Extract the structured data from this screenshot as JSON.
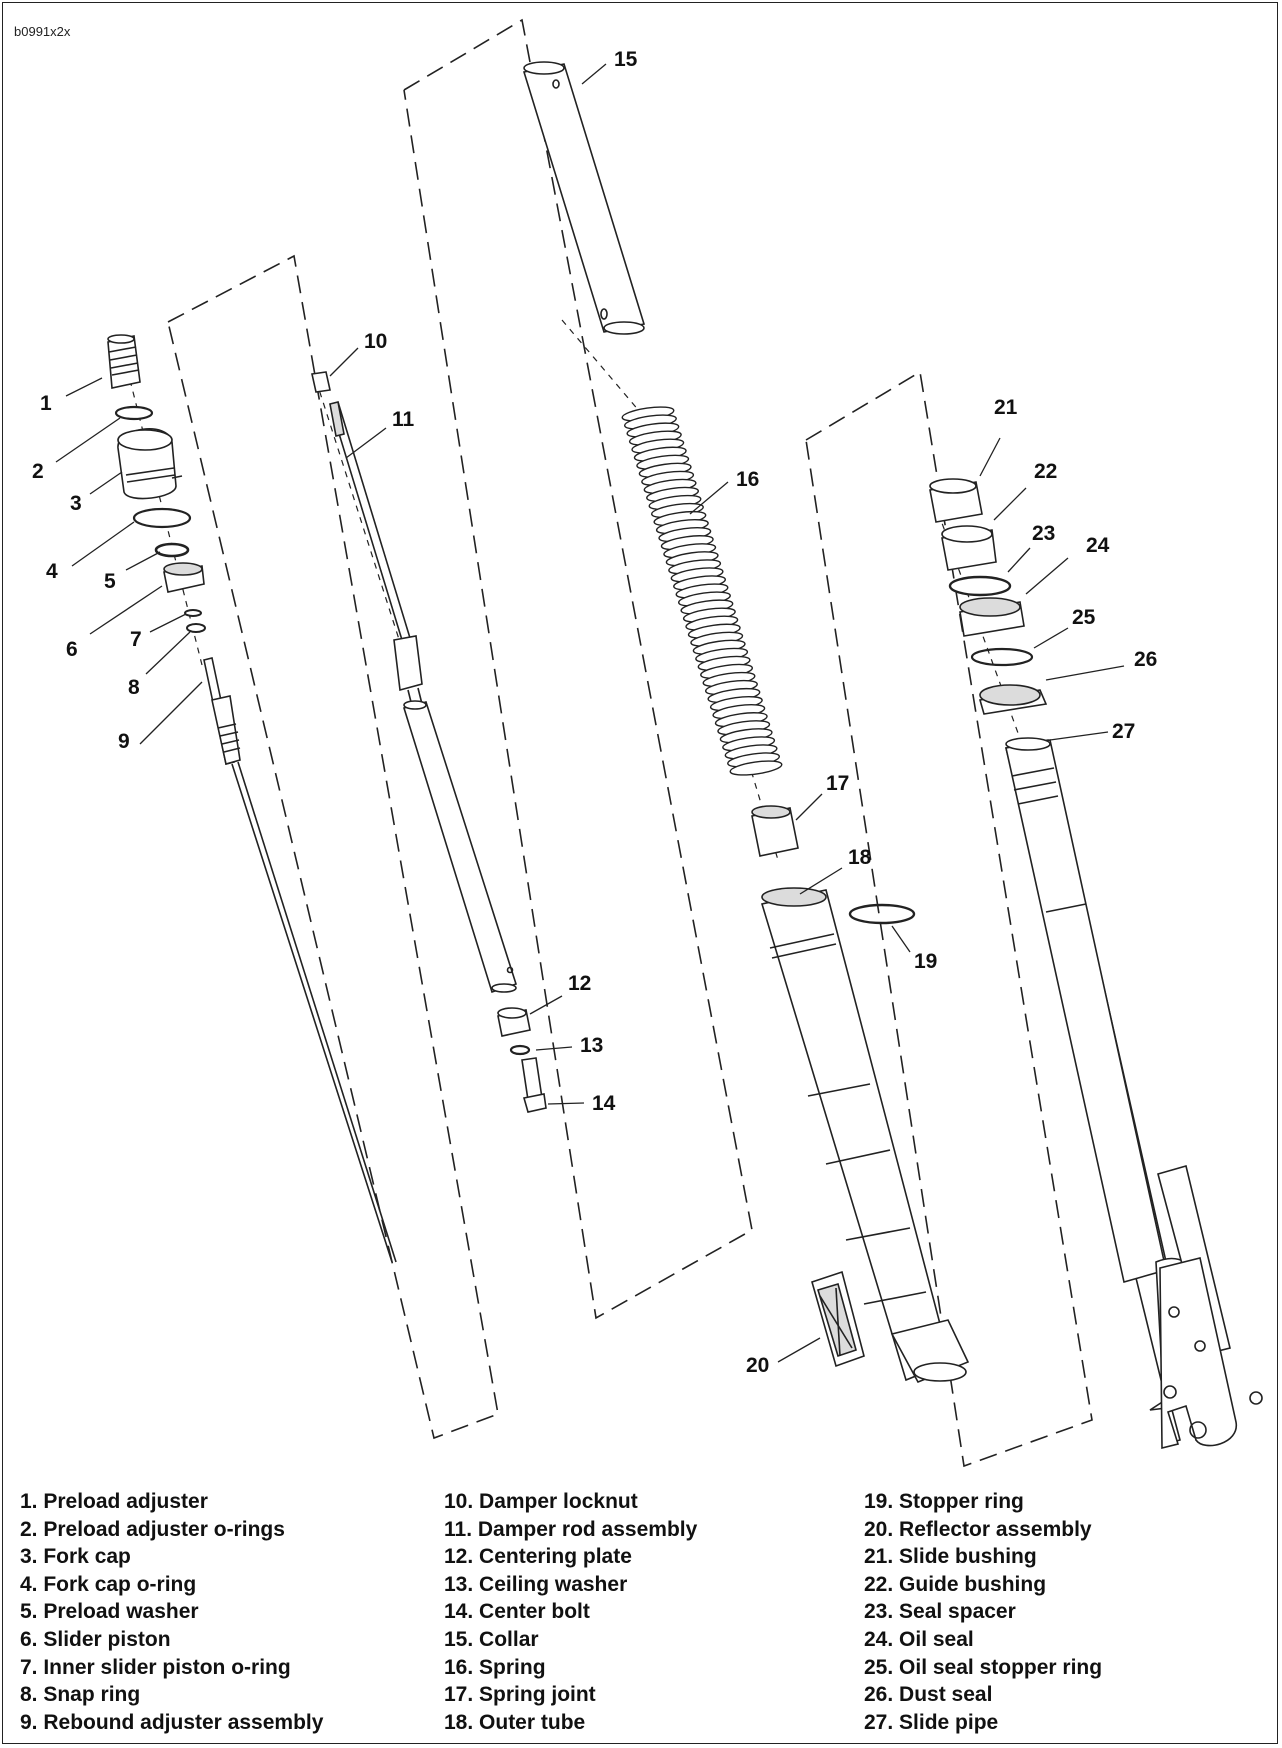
{
  "figure_id": "b0991x2x",
  "callouts": [
    "1",
    "2",
    "3",
    "4",
    "5",
    "6",
    "7",
    "8",
    "9",
    "10",
    "11",
    "12",
    "13",
    "14",
    "15",
    "16",
    "17",
    "18",
    "19",
    "20",
    "21",
    "22",
    "23",
    "24",
    "25",
    "26",
    "27"
  ],
  "legend": {
    "col1": [
      "1. Preload adjuster",
      "2. Preload adjuster o-rings",
      "3. Fork cap",
      "4. Fork cap o-ring",
      "5. Preload washer",
      "6. Slider piston",
      "7. Inner slider piston o-ring",
      "8. Snap ring",
      "9. Rebound adjuster assembly"
    ],
    "col2": [
      "10. Damper locknut",
      "11. Damper rod assembly",
      "12. Centering plate",
      "13. Ceiling washer",
      "14. Center bolt",
      "15. Collar",
      "16. Spring",
      "17. Spring joint",
      "18. Outer tube"
    ],
    "col3": [
      "19. Stopper ring",
      "20. Reflector assembly",
      "21. Slide bushing",
      "22. Guide bushing",
      "23. Seal spacer",
      "24. Oil seal",
      "25. Oil seal stopper ring",
      "26. Dust seal",
      "27. Slide pipe"
    ]
  },
  "colors": {
    "line": "#222222",
    "fill": "#ffffff",
    "shade": "#dcdcdc"
  }
}
